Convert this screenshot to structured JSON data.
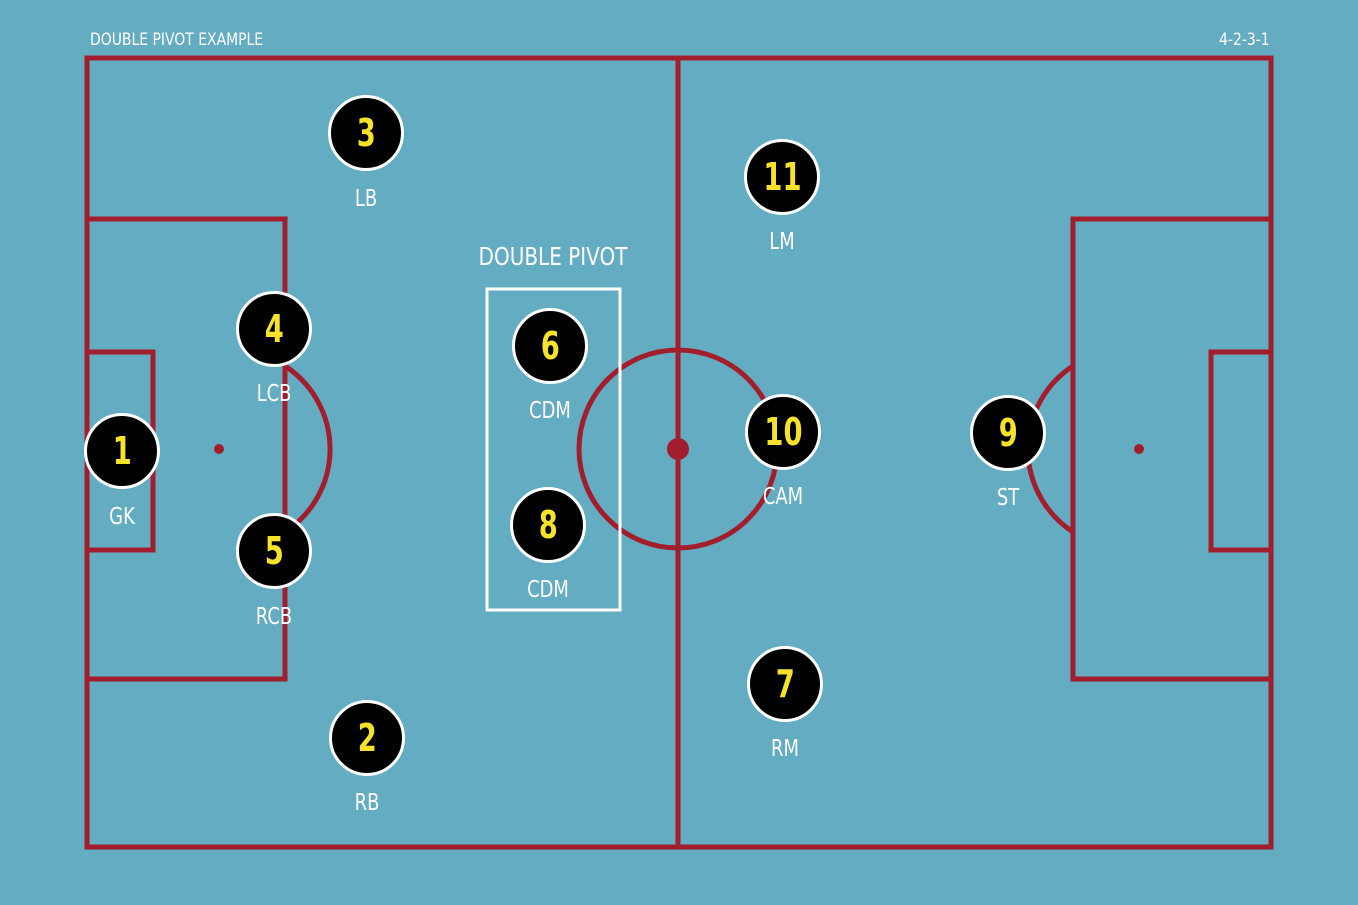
{
  "title": "DOUBLE PIVOT EXAMPLE",
  "formation": "4-2-3-1",
  "highlight_label": "DOUBLE PIVOT",
  "colors": {
    "pitch": "#64acc2",
    "lines": "#a31e2c",
    "player_fill": "#000000",
    "player_border": "#ffffff",
    "number": "#f5e229",
    "text": "#ffffff"
  },
  "players": [
    {
      "number": "1",
      "position": "GK"
    },
    {
      "number": "3",
      "position": "LB"
    },
    {
      "number": "4",
      "position": "LCB"
    },
    {
      "number": "5",
      "position": "RCB"
    },
    {
      "number": "2",
      "position": "RB"
    },
    {
      "number": "6",
      "position": "CDM"
    },
    {
      "number": "8",
      "position": "CDM"
    },
    {
      "number": "11",
      "position": "LM"
    },
    {
      "number": "10",
      "position": "CAM"
    },
    {
      "number": "7",
      "position": "RM"
    },
    {
      "number": "9",
      "position": "ST"
    }
  ]
}
